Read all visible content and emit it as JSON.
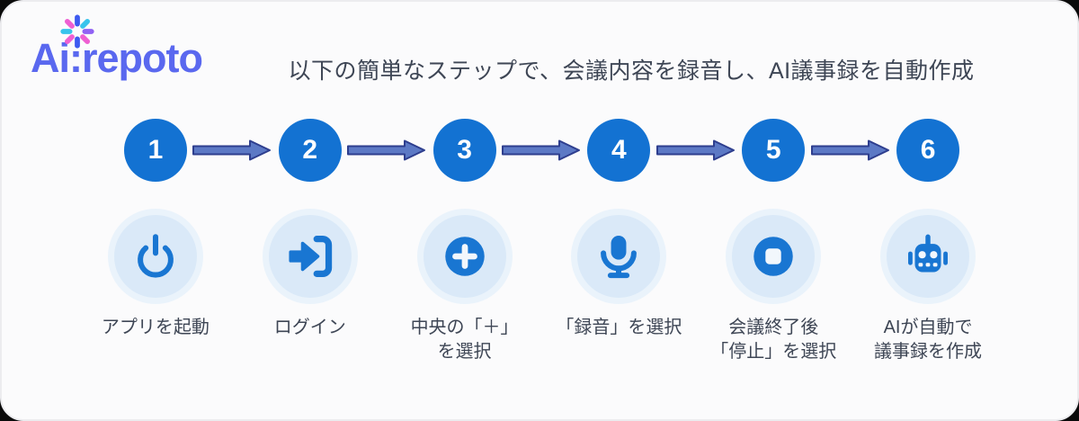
{
  "logo": {
    "text": "Ai:repoto",
    "color": "#5A68EF",
    "burst_icon": "sparkle-burst-icon",
    "burst_colors": [
      "#3D5AF0",
      "#38C4EC",
      "#9061F4",
      "#EE5FD2",
      "#3D5AF0",
      "#EE5FD2",
      "#38C4EC",
      "#EE5FD2"
    ]
  },
  "tagline": {
    "text": "以下の簡単なステップで、会議内容を録音し、AI議事録を自動作成",
    "color": "#3E4655"
  },
  "colors": {
    "card_background": "#FBFBFC",
    "step_circle_blue": "#1372D2",
    "icon_blue": "#1976D2",
    "icon_blob_outer": "#EAF3FB",
    "icon_blob_inner": "#DAE9F8",
    "arrow_fill": "#5C79C5",
    "arrow_stroke": "#2E3E8E",
    "label_text": "#3E4655"
  },
  "steps": [
    {
      "number": "1",
      "icon": "power-icon",
      "label": "アプリを起動"
    },
    {
      "number": "2",
      "icon": "login-icon",
      "label": "ログイン"
    },
    {
      "number": "3",
      "icon": "plus-icon",
      "label": "中央の「＋」\nを選択"
    },
    {
      "number": "4",
      "icon": "microphone-icon",
      "label": "「録音」を選択"
    },
    {
      "number": "5",
      "icon": "stop-icon",
      "label": "会議終了後\n「停止」を選択"
    },
    {
      "number": "6",
      "icon": "robot-icon",
      "label": "AIが自動で\n議事録を作成"
    }
  ]
}
